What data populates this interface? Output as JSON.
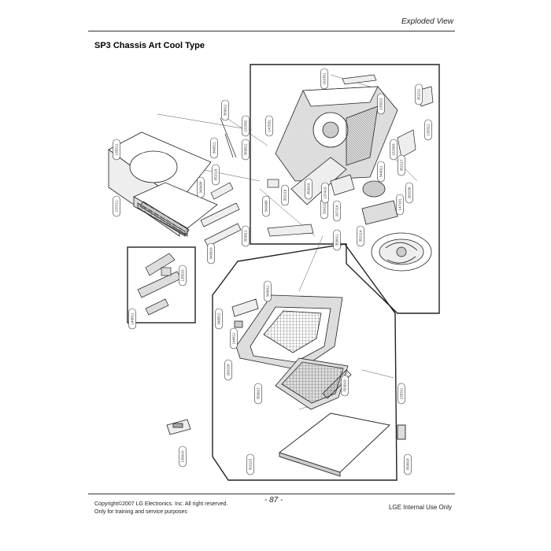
{
  "header": {
    "section": "Exploded View",
    "title": "SP3 Chassis Art Cool Type"
  },
  "footer": {
    "copyright_line1": "Copyright©2007 LG Electronics. Inc. All right reserved.",
    "copyright_line2": "Only for training and service purposes",
    "page_number": "- 87 -",
    "internal": "LGE Internal Use Only"
  },
  "part_labels": [
    "135511",
    "137211",
    "346811",
    "152302",
    "359012",
    "352110",
    "349490",
    "359012",
    "346810",
    "135510",
    "149811",
    "359011",
    "147581",
    "152301",
    "264111",
    "351211",
    "135312",
    "152303",
    "352117",
    "263230",
    "349480",
    "267110",
    "359011",
    "135515",
    "346812",
    "146811",
    "269150",
    "359013",
    "559010",
    "135311",
    "352115",
    "359018",
    "130410",
    "352118",
    "137410",
    "349011",
    "352114",
    "147101",
    "359010",
    "349011"
  ],
  "colors": {
    "ink": "#222222",
    "panel": "#dddddd",
    "paper": "#ffffff"
  }
}
